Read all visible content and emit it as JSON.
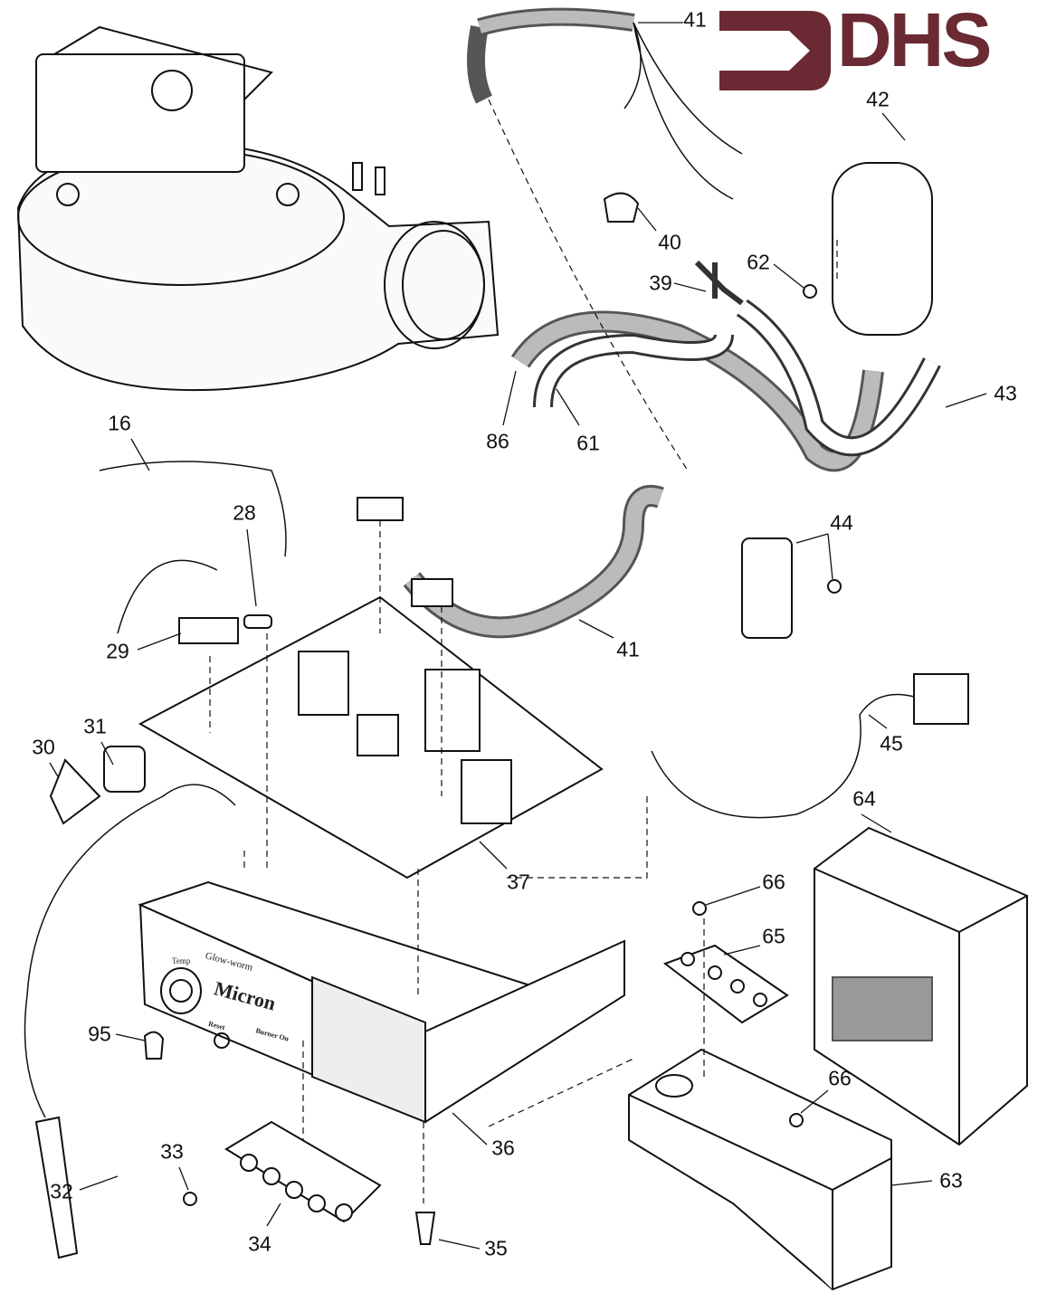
{
  "logo": {
    "text": "DHS",
    "color": "#6b2a33",
    "icon": "arrow-right-icon"
  },
  "control_box": {
    "temp": "Temp",
    "brand": "Glow-worm",
    "model": "Micron",
    "reset": "Reset",
    "burner_on": "Burner On"
  },
  "labels": {
    "p41a": "41",
    "p42": "42",
    "p40": "40",
    "p62": "62",
    "p39": "39",
    "p43": "43",
    "p86": "86",
    "p61": "61",
    "p16": "16",
    "p28": "28",
    "p44": "44",
    "p29": "29",
    "p41b": "41",
    "p45": "45",
    "p30": "30",
    "p31": "31",
    "p64": "64",
    "p37": "37",
    "p66a": "66",
    "p65": "65",
    "p95": "95",
    "p66b": "66",
    "p33": "33",
    "p36": "36",
    "p63": "63",
    "p32": "32",
    "p34": "34",
    "p35": "35"
  }
}
